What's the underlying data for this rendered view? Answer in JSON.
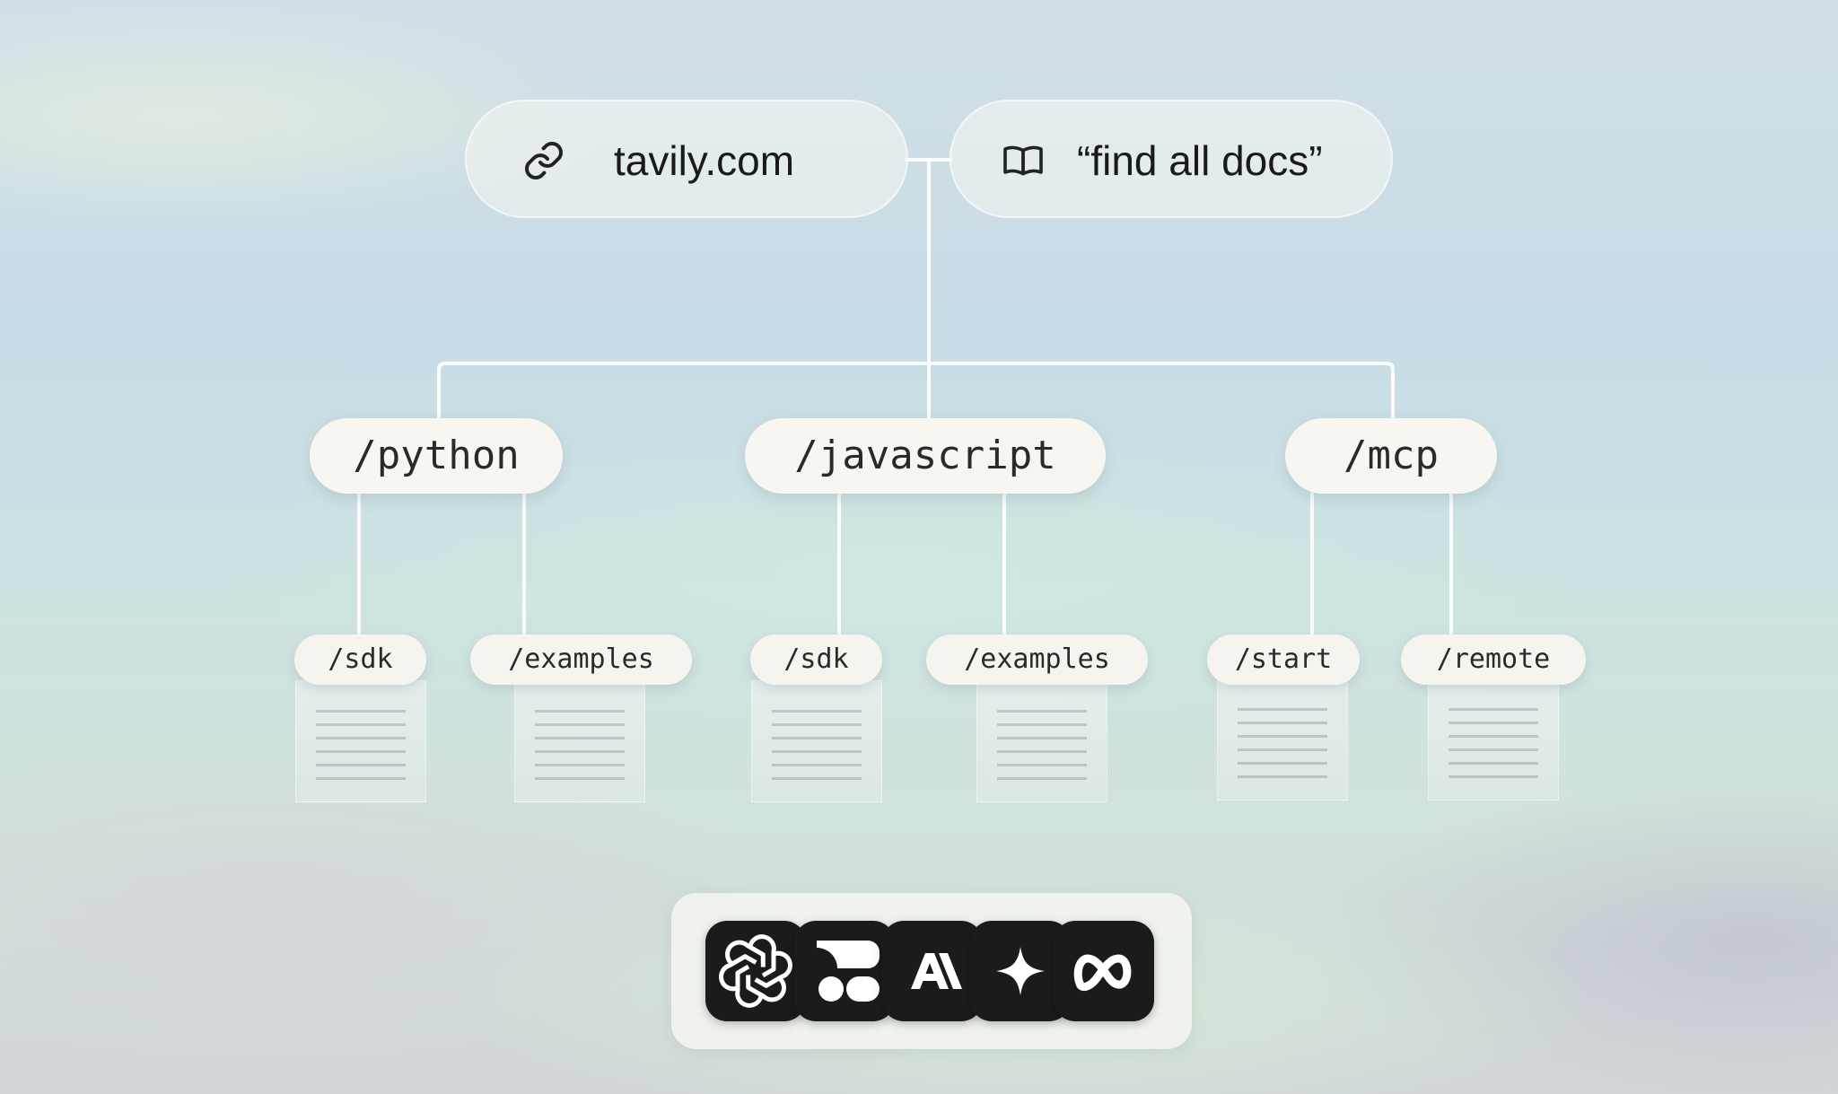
{
  "sources": {
    "url": {
      "label": "tavily.com",
      "icon": "link-icon"
    },
    "query": {
      "label": "“find all docs”",
      "icon": "book-icon"
    }
  },
  "sections": [
    {
      "label": "/python",
      "children": [
        {
          "label": "/sdk"
        },
        {
          "label": "/examples"
        }
      ]
    },
    {
      "label": "/javascript",
      "children": [
        {
          "label": "/sdk"
        },
        {
          "label": "/examples"
        }
      ]
    },
    {
      "label": "/mcp",
      "children": [
        {
          "label": "/start"
        },
        {
          "label": "/remote"
        }
      ]
    }
  ],
  "integrations": [
    {
      "icon": "openai-icon"
    },
    {
      "icon": "perplexity-icon"
    },
    {
      "icon": "anthropic-icon"
    },
    {
      "icon": "gemini-icon"
    },
    {
      "icon": "meta-icon"
    }
  ],
  "colors": {
    "line": "#ffffff",
    "pill": "#f8f6f0",
    "tile": "#1b1b1b",
    "text": "#1a1a1a"
  }
}
